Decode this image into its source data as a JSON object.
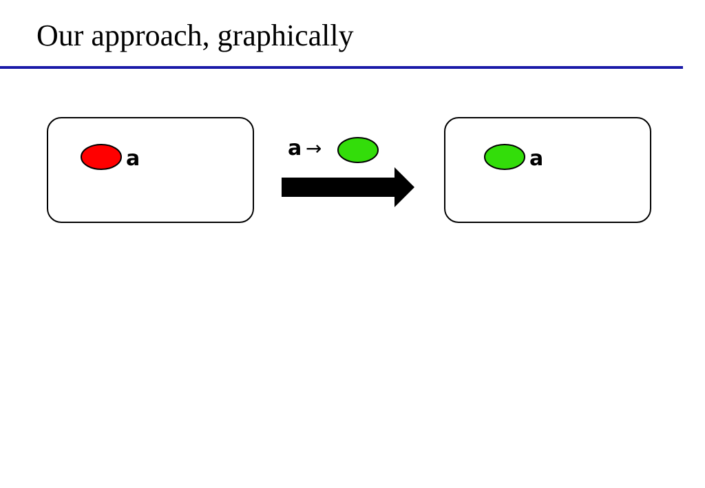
{
  "slide": {
    "title": "Our approach, graphically",
    "rule_color": "#1a1aa8"
  },
  "diagram": {
    "before_state": {
      "variable_label": "a",
      "node_color": "#ff0000"
    },
    "transition": {
      "variable_label": "a",
      "arrow_glyph": "→",
      "node_color": "#33dd0a",
      "arrow_icon": "right-block-arrow-icon"
    },
    "after_state": {
      "variable_label": "a",
      "node_color": "#33dd0a"
    }
  }
}
